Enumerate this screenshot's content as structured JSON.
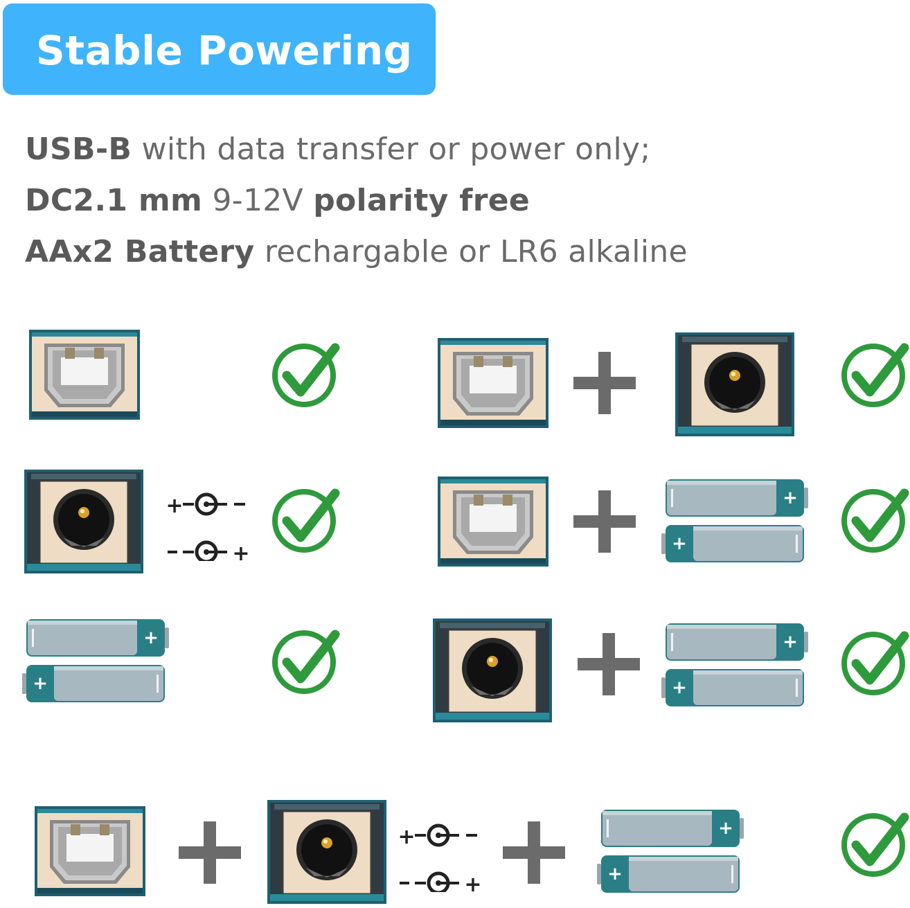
{
  "header": {
    "title": "Stable Powering"
  },
  "specs": [
    {
      "bold": "USB-B",
      "rest": " with data transfer or power only;"
    },
    {
      "bold": "DC2.1 mm",
      "middle": " 9-12V ",
      "bold2": "polarity free"
    },
    {
      "bold": "AAx2 Battery",
      "rest": " rechargable or LR6 alkaline"
    }
  ],
  "polarity": {
    "line1_left": "+",
    "line1_right": "−",
    "line2_left": "−",
    "line2_right": "+"
  },
  "battery_marks": {
    "plus": "+",
    "minus": "|"
  },
  "colors": {
    "banner": "#3fb3fb",
    "text": "#6a6a6a",
    "check": "#2e9a3b",
    "plus_sign": "#6b6b6b",
    "battery_body": "#a7b8c1",
    "battery_cap": "#2a7f86",
    "connector_frame": "#1e5f72"
  },
  "combos": [
    {
      "parts": [
        "usb-b"
      ],
      "supported": true
    },
    {
      "parts": [
        "usb-b",
        "dc-jack"
      ],
      "supported": true
    },
    {
      "parts": [
        "dc-jack"
      ],
      "supported": true
    },
    {
      "parts": [
        "usb-b",
        "aa-batteries"
      ],
      "supported": true
    },
    {
      "parts": [
        "aa-batteries"
      ],
      "supported": true
    },
    {
      "parts": [
        "dc-jack",
        "aa-batteries"
      ],
      "supported": true
    },
    {
      "parts": [
        "usb-b",
        "dc-jack",
        "aa-batteries"
      ],
      "supported": true
    }
  ]
}
